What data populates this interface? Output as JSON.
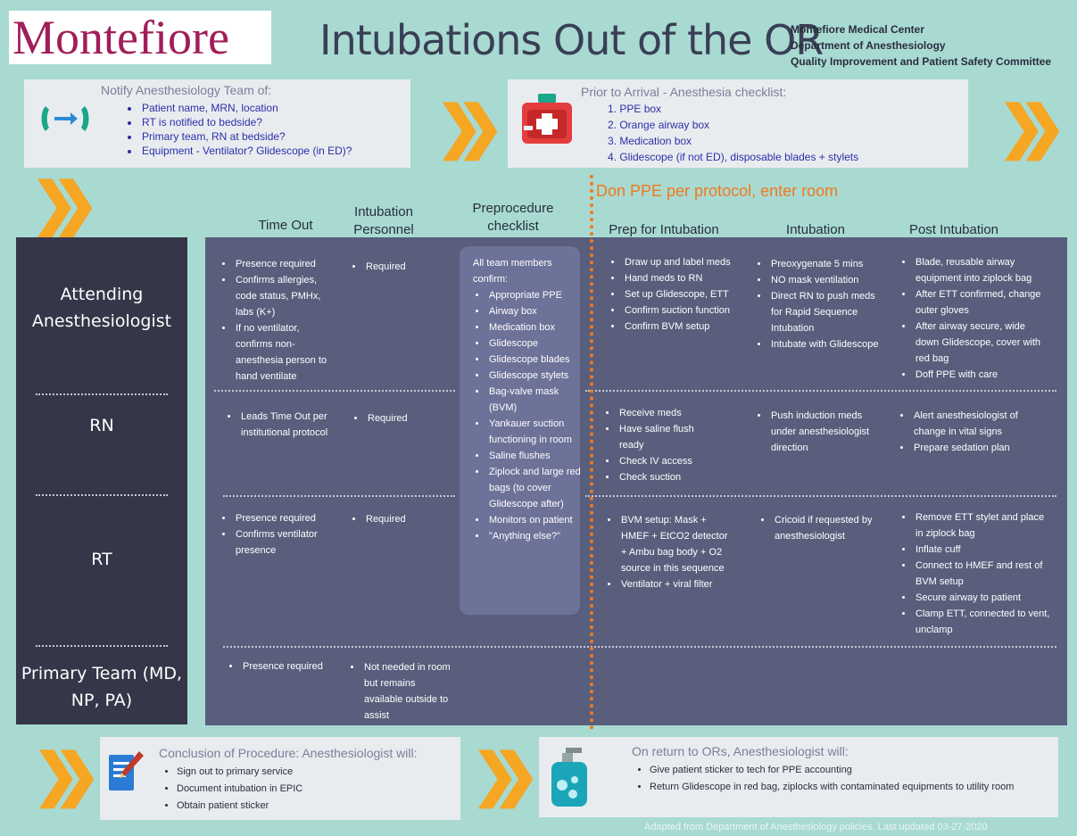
{
  "header": {
    "logo": "Montefiore",
    "title": "Intubations Out of the OR",
    "org_lines": [
      "Montefiore Medical Center",
      "Department of Anesthesiology",
      "Quality Improvement and Patient Safety Committee"
    ]
  },
  "notify": {
    "title": "Notify Anesthesiology Team of:",
    "items": [
      "Patient name, MRN, location",
      "RT is notified to bedside?",
      "Primary team, RN at bedside?",
      "Equipment - Ventilator? Glidescope (in ED)?"
    ]
  },
  "prior": {
    "title": "Prior to Arrival - Anesthesia checklist:",
    "items": [
      "1. PPE box",
      "2. Orange airway box",
      "3. Medication box",
      "4. Glidescope (if not ED), disposable blades + stylets"
    ]
  },
  "don_ppe": "Don PPE per protocol, enter room",
  "columns": {
    "time_out": "Time Out",
    "personnel": "Intubation Personnel",
    "preprocedure": "Preprocedure checklist",
    "prep": "Prep for Intubation",
    "intubation": "Intubation",
    "post": "Post Intubation"
  },
  "roles": {
    "attending": "Attending Anesthesiologist",
    "rn": "RN",
    "rt": "RT",
    "primary": "Primary Team (MD, NP, PA)"
  },
  "checklist": {
    "intro": "All team members confirm:",
    "items": [
      "Appropriate PPE",
      "Airway box",
      "Medication box",
      "Glidescope",
      "Glidescope blades",
      "Glidescope stylets",
      "Bag-valve mask (BVM)",
      "Yankauer suction functioning in room",
      "Saline flushes",
      "Ziplock and large red bags (to cover Glidescope after)",
      "Monitors on patient",
      "\"Anything else?\""
    ]
  },
  "attending": {
    "time_out": [
      "Presence required",
      "Confirms allergies, code status, PMHx, labs (K+)",
      "If no ventilator, confirms non-anesthesia person to hand ventilate"
    ],
    "personnel": [
      "Required"
    ],
    "prep": [
      "Draw up and label meds",
      "Hand meds to RN",
      "Set up Glidescope, ETT",
      "Confirm suction function",
      "Confirm BVM setup"
    ],
    "intubation": [
      "Preoxygenate 5 mins",
      "NO mask ventilation",
      "Direct RN to push meds for Rapid Sequence Intubation",
      "Intubate with Glidescope"
    ],
    "post": [
      "Blade, reusable airway equipment  into ziplock bag",
      "After ETT confirmed, change outer gloves",
      "After airway secure, wide down Glidescope, cover with red bag",
      "Doff PPE with care"
    ]
  },
  "rn": {
    "time_out": [
      "Leads Time Out per institutional protocol"
    ],
    "personnel": [
      "Required"
    ],
    "prep": [
      "Receive meds",
      "Have saline flush ready",
      "Check IV access",
      "Check suction"
    ],
    "intubation": [
      "Push induction meds under anesthesiologist direction"
    ],
    "post": [
      "Alert anesthesiologist of change in vital signs",
      "Prepare sedation plan"
    ]
  },
  "rt": {
    "time_out": [
      "Presence required",
      "Confirms ventilator presence"
    ],
    "personnel": [
      "Required"
    ],
    "prep": [
      "BVM setup: Mask + HMEF + EtCO2 detector + Ambu bag body + O2 source in this sequence",
      "Ventilator + viral filter"
    ],
    "intubation": [
      "Cricoid if requested by anesthesiologist"
    ],
    "post": [
      "Remove ETT stylet and place in ziplock bag",
      "Inflate cuff",
      "Connect to HMEF and rest of BVM setup",
      "Secure airway to patient",
      "Clamp ETT, connected to vent, unclamp"
    ]
  },
  "primary": {
    "time_out": [
      "Presence required"
    ],
    "personnel": [
      "Not needed in room but remains available outside to assist"
    ]
  },
  "conclusion": {
    "title": "Conclusion of Procedure: Anesthesiologist will:",
    "items": [
      "Sign out to primary service",
      "Document intubation in EPIC",
      "Obtain patient sticker"
    ]
  },
  "return": {
    "title": "On return to ORs, Anesthesiologist will:",
    "items": [
      "Give patient sticker to tech for PPE accounting",
      "Return Glidescope in red bag, ziplocks with contaminated equipments to utility room"
    ]
  },
  "footer": "Adapted from Department of Anesthesiology policies. Last updated 03-27-2020",
  "colors": {
    "orange": "#f5a623",
    "navy": "#353648",
    "grid": "#595e7c",
    "teal": "#a8dad2",
    "blue_text": "#2b2fa8",
    "logo": "#a01e5a"
  }
}
